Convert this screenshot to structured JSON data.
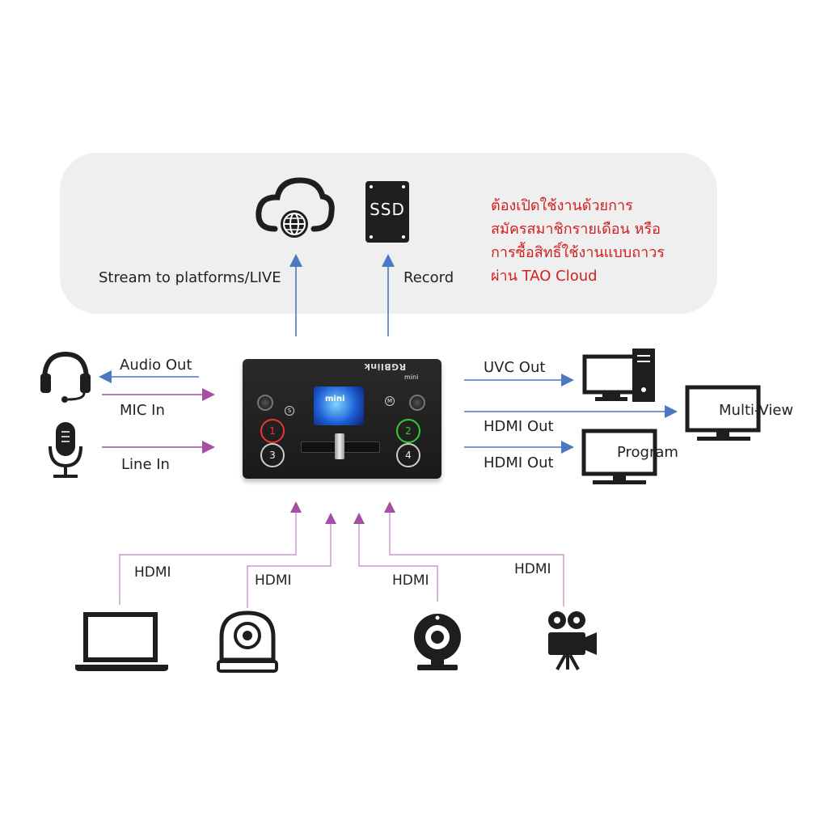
{
  "cloud_section": {
    "stream_label": "Stream to platforms/LIVE",
    "record_label": "Record",
    "ssd_text": "SSD",
    "note_lines": [
      "ต้องเปิดใช้งานด้วยการ",
      "สมัครสมาชิกรายเดือน หรือ",
      "การซื้อสิทธิ์ใช้งานแบบถาวร",
      "ผ่าน TAO Cloud"
    ]
  },
  "left_io": {
    "audio_out": "Audio Out",
    "mic_in": "MIC In",
    "line_in": "Line In"
  },
  "right_io": {
    "uvc_out": "UVC Out",
    "hdmi_out_1": "HDMI Out",
    "hdmi_out_2": "HDMI Out",
    "multi_view": "Multi-View",
    "program": "Program"
  },
  "device": {
    "brand": "RGBlink",
    "model": "mini",
    "buttons": [
      "1",
      "2",
      "3",
      "4"
    ],
    "s_label": "S",
    "m_label": "M"
  },
  "bottom_inputs": {
    "hdmi_labels": [
      "HDMI",
      "HDMI",
      "HDMI",
      "HDMI"
    ],
    "sources": [
      "laptop-icon",
      "ptz-camera-icon",
      "webcam-icon",
      "video-camera-icon"
    ]
  },
  "colors": {
    "blue_arrow": "#4a78c2",
    "purple_arrow": "#a24fa6",
    "note_red": "#d02020",
    "panel_bg": "#efefef"
  }
}
